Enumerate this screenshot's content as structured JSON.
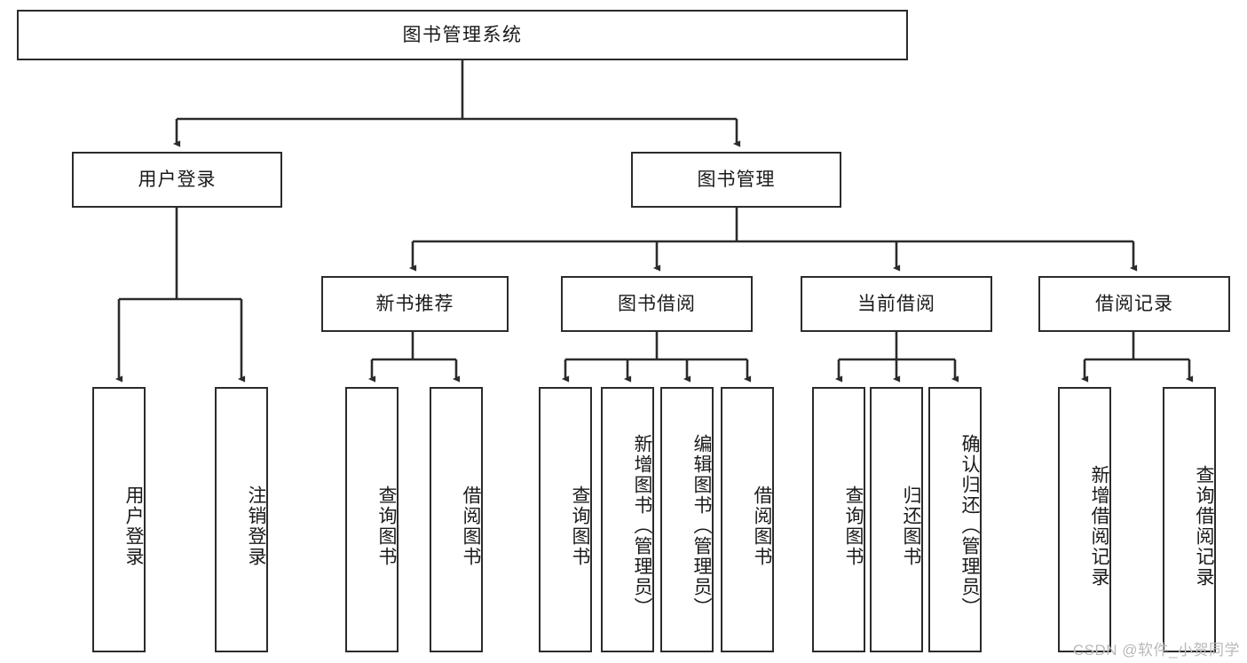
{
  "diagram": {
    "type": "tree-hierarchy",
    "title": "图书管理系统",
    "watermark": "CSDN @软件_小贺同学",
    "colors": {
      "box_border": "#2b2b2b",
      "box_fill": "#ffffff",
      "connector": "#2b2b2b",
      "text": "#1a1a1a",
      "watermark": "#b9b9b9",
      "background": "#ffffff"
    },
    "nodes": {
      "root": {
        "label": "图书管理系统",
        "level": 0
      },
      "user_login": {
        "label": "用户登录",
        "level": 1
      },
      "book_manage": {
        "label": "图书管理",
        "level": 1
      },
      "new_book_rec": {
        "label": "新书推荐",
        "level": 2
      },
      "book_borrow": {
        "label": "图书借阅",
        "level": 2
      },
      "current_borrow": {
        "label": "当前借阅",
        "level": 2
      },
      "borrow_record": {
        "label": "借阅记录",
        "level": 2
      },
      "leaf_user_login": {
        "label": "用户登录",
        "level": 3
      },
      "leaf_logout": {
        "label": "注销登录",
        "level": 3
      },
      "leaf_query_book_1": {
        "label": "查询图书",
        "level": 3
      },
      "leaf_borrow_book_1": {
        "label": "借阅图书",
        "level": 3
      },
      "leaf_query_book_2": {
        "label": "查询图书",
        "level": 3
      },
      "leaf_add_book": {
        "label": "新增图书（管理员）",
        "level": 3
      },
      "leaf_edit_book": {
        "label": "编辑图书（管理员）",
        "level": 3
      },
      "leaf_borrow_book_2": {
        "label": "借阅图书",
        "level": 3
      },
      "leaf_query_book_3": {
        "label": "查询图书",
        "level": 3
      },
      "leaf_return_book": {
        "label": "归还图书",
        "level": 3
      },
      "leaf_confirm_return": {
        "label": "确认归还（管理员）",
        "level": 3
      },
      "leaf_add_record": {
        "label": "新增借阅记录",
        "level": 3
      },
      "leaf_query_record": {
        "label": "查询借阅记录",
        "level": 3
      }
    },
    "edges": [
      {
        "from": "root",
        "to": "user_login"
      },
      {
        "from": "root",
        "to": "book_manage"
      },
      {
        "from": "user_login",
        "to": "leaf_user_login"
      },
      {
        "from": "user_login",
        "to": "leaf_logout"
      },
      {
        "from": "book_manage",
        "to": "new_book_rec"
      },
      {
        "from": "book_manage",
        "to": "book_borrow"
      },
      {
        "from": "book_manage",
        "to": "current_borrow"
      },
      {
        "from": "book_manage",
        "to": "borrow_record"
      },
      {
        "from": "new_book_rec",
        "to": "leaf_query_book_1"
      },
      {
        "from": "new_book_rec",
        "to": "leaf_borrow_book_1"
      },
      {
        "from": "book_borrow",
        "to": "leaf_query_book_2"
      },
      {
        "from": "book_borrow",
        "to": "leaf_add_book"
      },
      {
        "from": "book_borrow",
        "to": "leaf_edit_book"
      },
      {
        "from": "book_borrow",
        "to": "leaf_borrow_book_2"
      },
      {
        "from": "current_borrow",
        "to": "leaf_query_book_3"
      },
      {
        "from": "current_borrow",
        "to": "leaf_return_book"
      },
      {
        "from": "current_borrow",
        "to": "leaf_confirm_return"
      },
      {
        "from": "borrow_record",
        "to": "leaf_add_record"
      },
      {
        "from": "borrow_record",
        "to": "leaf_query_record"
      }
    ]
  }
}
